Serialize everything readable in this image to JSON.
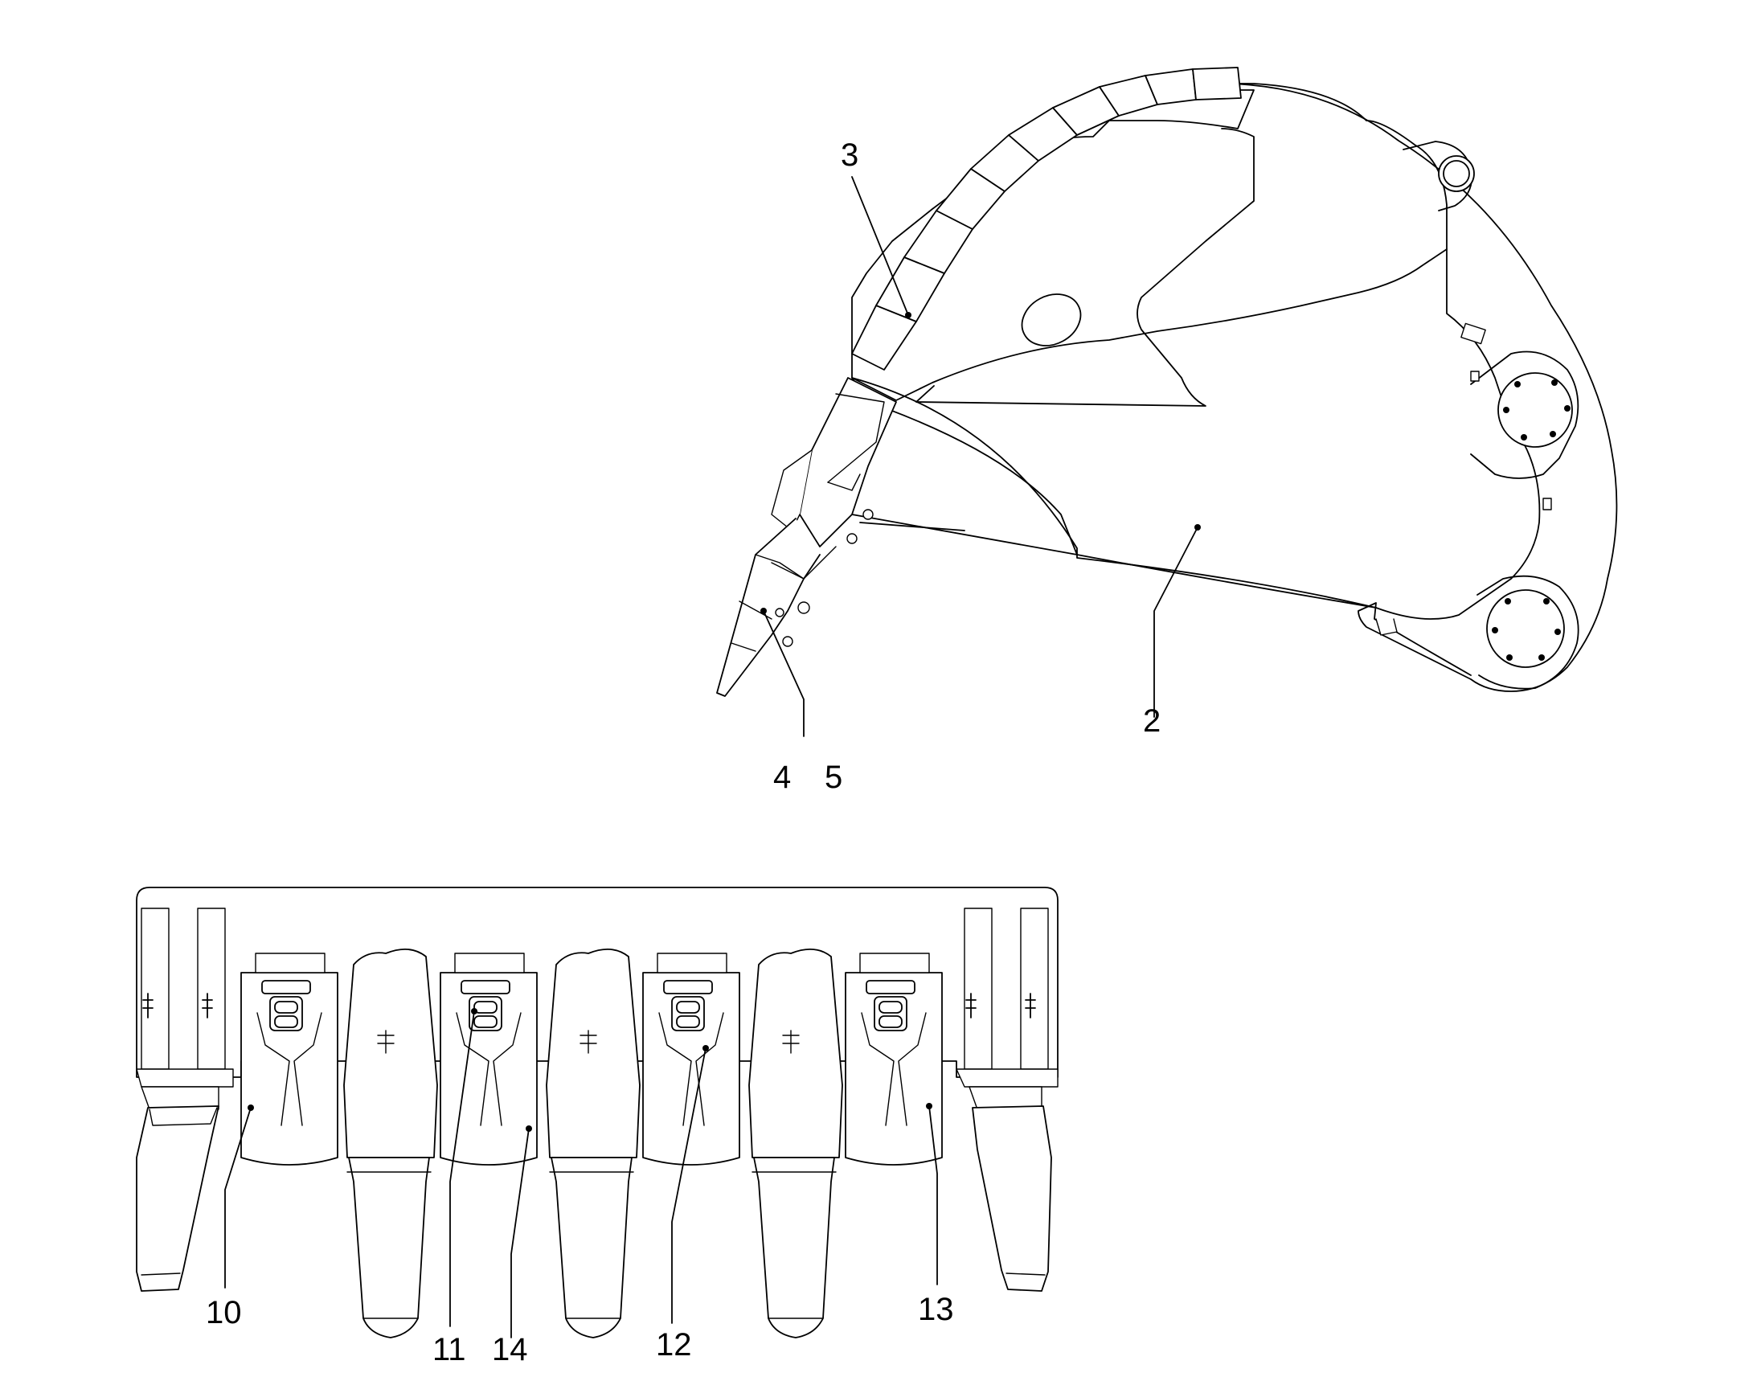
{
  "callouts": {
    "c2": "2",
    "c3": "3",
    "c4": "4",
    "c5": "5",
    "c10": "10",
    "c11": "11",
    "c12": "12",
    "c13": "13",
    "c14": "14"
  }
}
